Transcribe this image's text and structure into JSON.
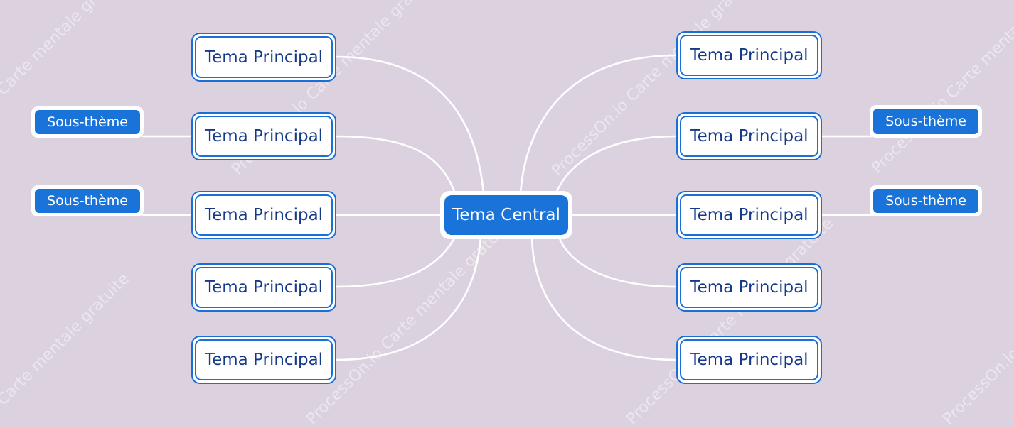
{
  "watermark": {
    "text_a": "Carte mentale gratuite",
    "text_b": "ProcessOn.io Carte mentale gratuite"
  },
  "central": {
    "label": "Tema Central"
  },
  "left_topics": [
    {
      "label": "Tema Principal"
    },
    {
      "label": "Tema Principal"
    },
    {
      "label": "Tema Principal"
    },
    {
      "label": "Tema Principal"
    },
    {
      "label": "Tema Principal"
    }
  ],
  "right_topics": [
    {
      "label": "Tema Principal"
    },
    {
      "label": "Tema Principal"
    },
    {
      "label": "Tema Principal"
    },
    {
      "label": "Tema Principal"
    },
    {
      "label": "Tema Principal"
    }
  ],
  "left_subtopics": [
    {
      "label": "Sous-thème"
    },
    {
      "label": "Sous-thème"
    }
  ],
  "right_subtopics": [
    {
      "label": "Sous-thème"
    },
    {
      "label": "Sous-thème"
    }
  ],
  "colors": {
    "background": "#dcd2df",
    "accent": "#1a73d9",
    "topic_text": "#163a8a",
    "connector": "#ffffff"
  }
}
